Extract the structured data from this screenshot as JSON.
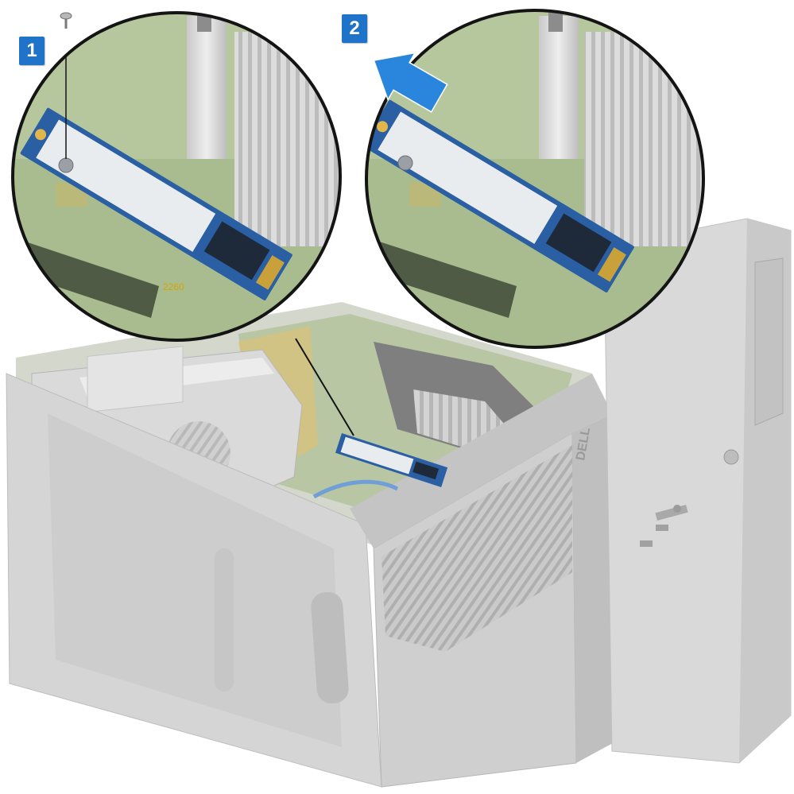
{
  "steps": [
    {
      "number": "1",
      "action": "remove-screw"
    },
    {
      "number": "2",
      "action": "slide-out-card"
    }
  ],
  "board_marking": "2260",
  "brand_logo": "DELL",
  "colors": {
    "step_badge": "#1f73c8",
    "arrow": "#2a86dd",
    "ssd_pcb": "#2a5fa3",
    "ssd_label": "#e9ecef",
    "motherboard": "#9fb584",
    "chassis": "#d2d2d2",
    "chassis_dark": "#b9b9b9",
    "front_bezel": "#cfcfcf",
    "callout_ring": "#141414"
  },
  "icons": [
    "screw-icon",
    "arrow-icon",
    "heatsink-icon",
    "m2-ssd-icon"
  ]
}
